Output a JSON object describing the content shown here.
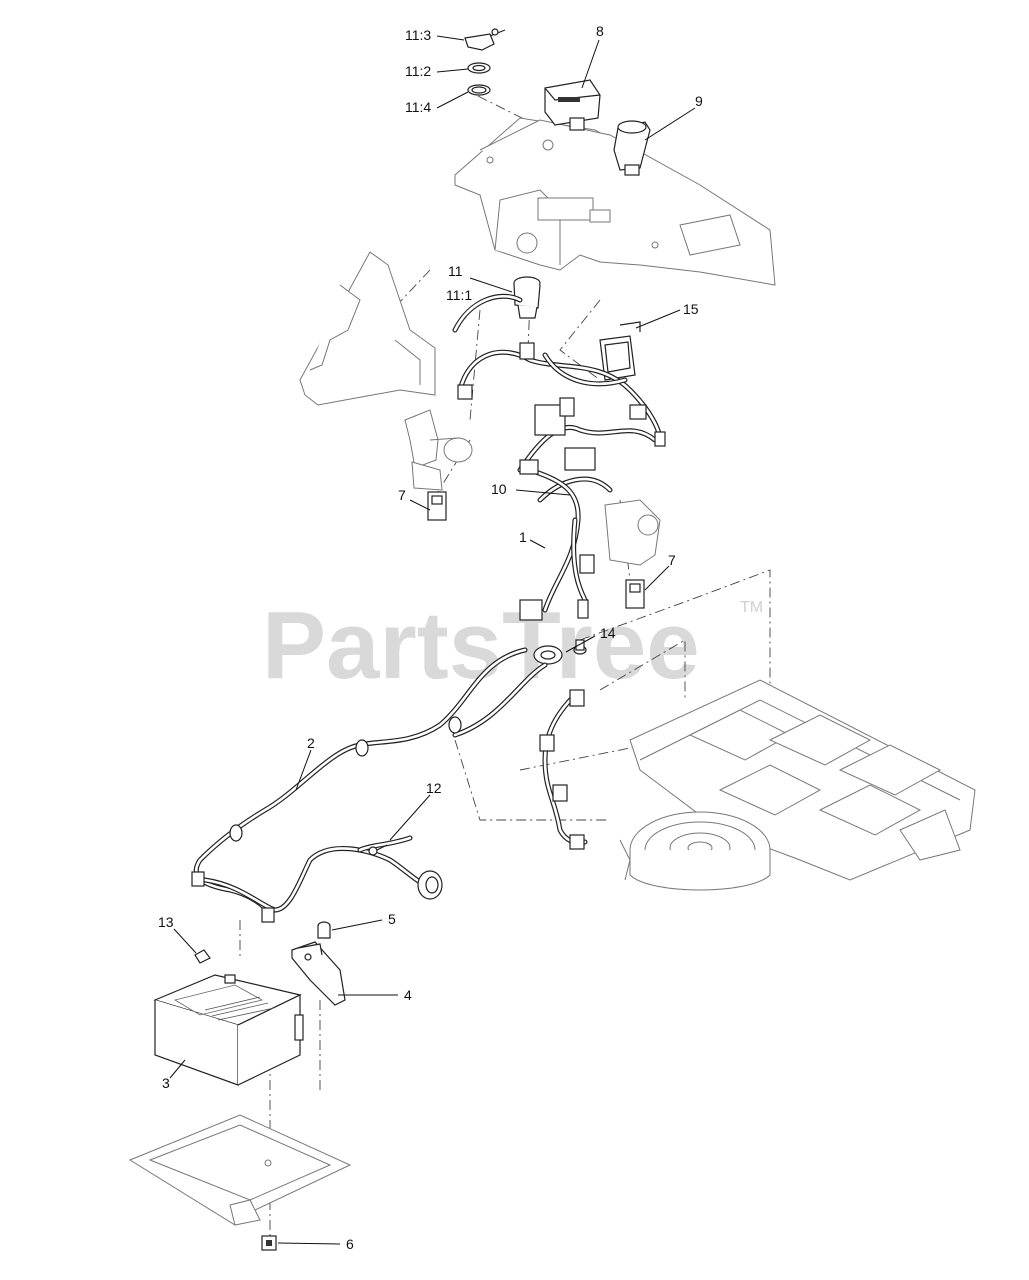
{
  "watermark": {
    "text": "PartsTree",
    "trademark": "TM"
  },
  "callouts": [
    {
      "id": "11:3",
      "label": "11:3"
    },
    {
      "id": "11:2",
      "label": "11:2"
    },
    {
      "id": "11:4",
      "label": "11:4"
    },
    {
      "id": "8",
      "label": "8"
    },
    {
      "id": "9",
      "label": "9"
    },
    {
      "id": "11",
      "label": "11"
    },
    {
      "id": "11:1",
      "label": "11:1"
    },
    {
      "id": "15",
      "label": "15"
    },
    {
      "id": "10",
      "label": "10"
    },
    {
      "id": "7a",
      "label": "7"
    },
    {
      "id": "7b",
      "label": "7"
    },
    {
      "id": "1",
      "label": "1"
    },
    {
      "id": "14",
      "label": "14"
    },
    {
      "id": "2",
      "label": "2"
    },
    {
      "id": "12",
      "label": "12"
    },
    {
      "id": "13",
      "label": "13"
    },
    {
      "id": "5",
      "label": "5"
    },
    {
      "id": "4",
      "label": "4"
    },
    {
      "id": "3",
      "label": "3"
    },
    {
      "id": "6",
      "label": "6"
    }
  ]
}
